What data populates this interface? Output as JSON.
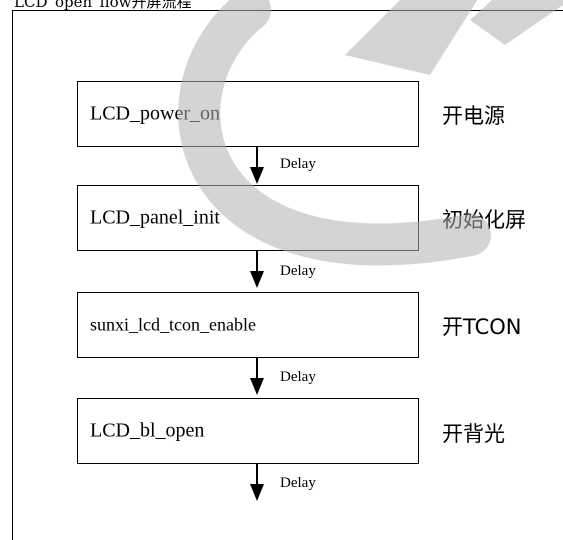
{
  "caption": "LCD_open_flow开屏流程",
  "steps": [
    {
      "label": "LCD_power_on",
      "desc": "开电源"
    },
    {
      "label": "LCD_panel_init",
      "desc": "初始化屏"
    },
    {
      "label": "sunxi_lcd_tcon_enable",
      "desc": "开TCON"
    },
    {
      "label": "LCD_bl_open",
      "desc": "开背光"
    }
  ],
  "delay_label": "Delay",
  "watermark_color": "#b0b0b0"
}
